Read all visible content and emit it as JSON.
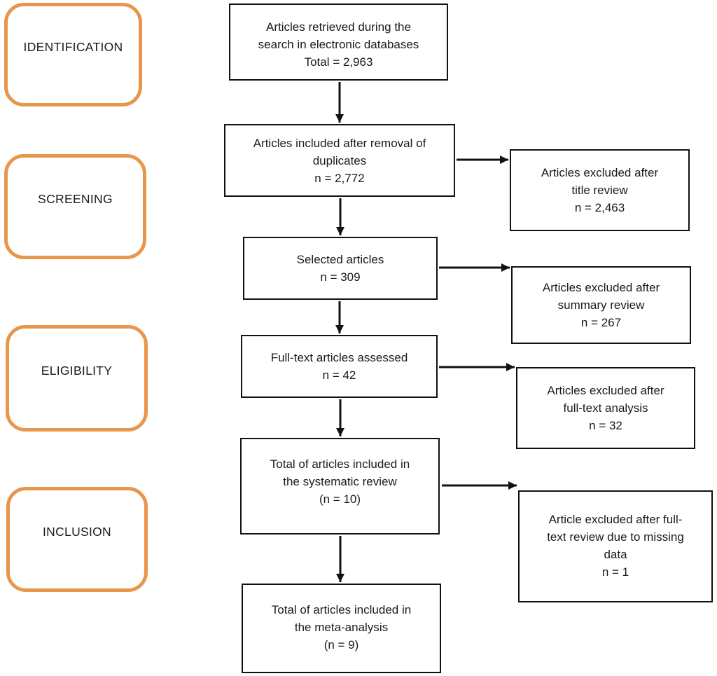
{
  "diagram": {
    "kind": "prisma-flow",
    "colors": {
      "stage_border": "#e8964b",
      "box_border": "#111111",
      "arrow": "#111111",
      "text": "#1a1a1a",
      "background": "#ffffff"
    }
  },
  "stages": [
    {
      "label": "IDENTIFICATION"
    },
    {
      "label": "SCREENING"
    },
    {
      "label": "ELIGIBILITY"
    },
    {
      "label": "INCLUSION"
    }
  ],
  "flow": [
    {
      "text": "Articles retrieved during the\nsearch in electronic databases\nTotal = 2,963"
    },
    {
      "text": "Articles included after removal of\nduplicates\nn = 2,772"
    },
    {
      "text": "Selected articles\nn = 309"
    },
    {
      "text": "Full-text articles assessed\nn = 42"
    },
    {
      "text": "Total of articles included in\nthe systematic review\n(n = 10)"
    },
    {
      "text": "Total of articles included in\nthe meta-analysis\n(n = 9)"
    }
  ],
  "exclusions": [
    {
      "text": "Articles excluded after\ntitle review\nn = 2,463"
    },
    {
      "text": "Articles excluded after\nsummary review\nn = 267"
    },
    {
      "text": "Articles excluded after\nfull-text analysis\nn = 32"
    },
    {
      "text": "Article excluded after full-\ntext review due to missing\ndata\nn = 1"
    }
  ]
}
